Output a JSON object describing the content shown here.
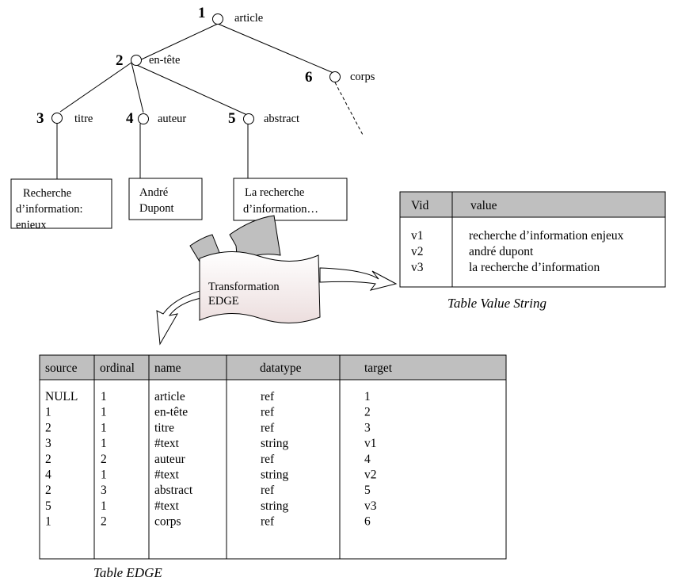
{
  "tree": {
    "nodes": [
      {
        "num": "1",
        "label": "article"
      },
      {
        "num": "2",
        "label": "en-tête"
      },
      {
        "num": "3",
        "label": "titre"
      },
      {
        "num": "4",
        "label": "auteur"
      },
      {
        "num": "5",
        "label": "abstract"
      },
      {
        "num": "6",
        "label": "corps"
      }
    ],
    "leaves": [
      [
        "Recherche",
        "d’information:",
        "enjeux"
      ],
      [
        "André",
        "Dupont"
      ],
      [
        "La recherche",
        "d’information…"
      ]
    ]
  },
  "transformation": {
    "line1": "Transformation",
    "line2": "EDGE"
  },
  "value_table": {
    "caption": "Table Value String",
    "columns": [
      "Vid",
      "value"
    ],
    "rows": [
      [
        "v1",
        "recherche d’information  enjeux"
      ],
      [
        "v2",
        "andré dupont"
      ],
      [
        "v3",
        "la recherche d’information"
      ]
    ]
  },
  "edge_table": {
    "caption": "Table EDGE",
    "columns": [
      "source",
      "ordinal",
      "name",
      "datatype",
      "target"
    ],
    "rows": [
      [
        "NULL",
        "1",
        "article",
        "ref",
        "1"
      ],
      [
        "1",
        "1",
        "en-tête",
        "ref",
        "2"
      ],
      [
        "2",
        "1",
        "titre",
        "ref",
        "3"
      ],
      [
        "3",
        "1",
        "#text",
        "string",
        "v1"
      ],
      [
        "2",
        "2",
        "auteur",
        "ref",
        "4"
      ],
      [
        "4",
        "1",
        "#text",
        "string",
        "v2"
      ],
      [
        "2",
        "3",
        "abstract",
        "ref",
        "5"
      ],
      [
        "5",
        "1",
        "#text",
        "string",
        "v3"
      ],
      [
        "1",
        "2",
        "corps",
        "ref",
        "6"
      ]
    ]
  },
  "colors": {
    "header_fill": "#bfbfbf",
    "arrow_fill": "#bfbfbf",
    "banner_fill": "#f5eded"
  }
}
